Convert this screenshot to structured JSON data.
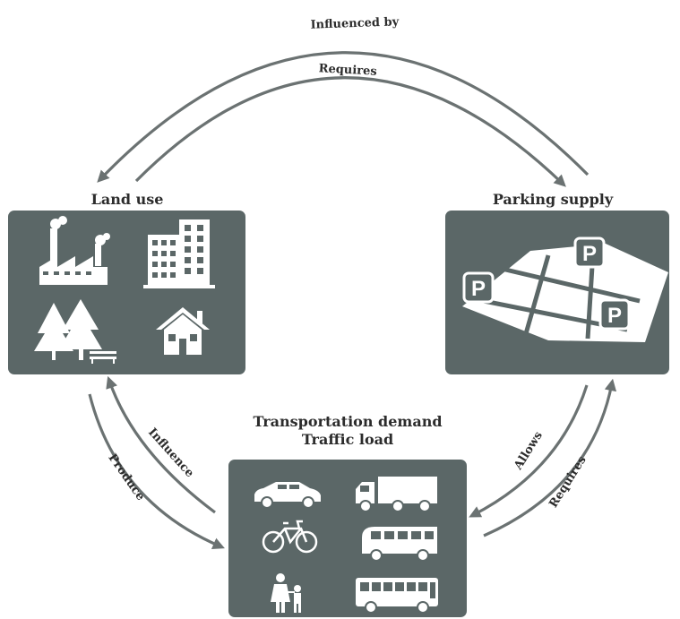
{
  "colors": {
    "panel": "#5b6767",
    "arrow": "#6b7272",
    "icon": "#ffffff",
    "text": "#2c2c2c"
  },
  "nodes": {
    "land_use": {
      "title": "Land use",
      "icons": [
        "factory-icon",
        "office-building-icon",
        "trees-icon",
        "bench-icon",
        "house-icon"
      ]
    },
    "parking": {
      "title": "Parking supply",
      "icons": [
        "parking-lot-grid-icon",
        "parking-sign-icon"
      ],
      "sign_letter": "P"
    },
    "transport": {
      "title_line1": "Transportation demand",
      "title_line2": "Traffic load",
      "icons": [
        "car-icon",
        "truck-icon",
        "bicycle-icon",
        "bus-icon",
        "pedestrians-icon",
        "city-bus-icon"
      ]
    }
  },
  "edges": {
    "top_outer": "Influenced by",
    "top_inner": "Requires",
    "left_outer": "Produce",
    "left_inner": "Influence",
    "right_inner": "Allows",
    "right_outer": "Requires"
  }
}
